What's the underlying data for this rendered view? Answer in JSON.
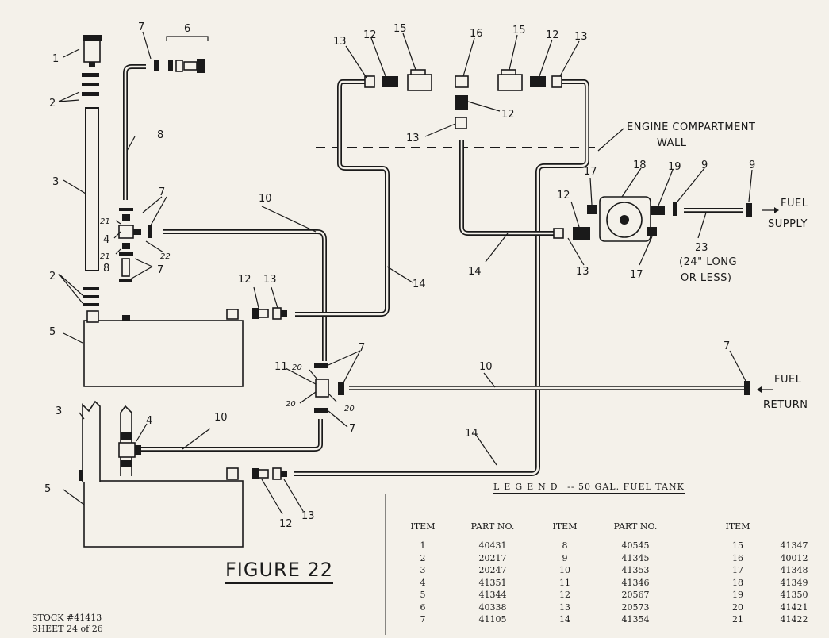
{
  "figure": {
    "title": "FIGURE 22",
    "legend_title_main": "LEGEND",
    "legend_title_rest": "-- 50 GAL. FUEL TANK",
    "stock": "STOCK #41413",
    "sheet": "SHEET 24 of 26"
  },
  "notes": {
    "engine_wall_1": "ENGINE COMPARTMENT",
    "engine_wall_2": "WALL",
    "fuel_supply_1": "FUEL",
    "fuel_supply_2": "SUPPLY",
    "fuel_return_1": "FUEL",
    "fuel_return_2": "RETURN",
    "hose_len_1": "(24\" LONG",
    "hose_len_2": "OR LESS)"
  },
  "callouts": {
    "n1": "1",
    "n2": "2",
    "n3": "3",
    "n4": "4",
    "n5": "5",
    "n6": "6",
    "n7": "7",
    "n8": "8",
    "n9": "9",
    "n10": "10",
    "n11": "11",
    "n12": "12",
    "n13": "13",
    "n14": "14",
    "n15": "15",
    "n16": "16",
    "n17": "17",
    "n18": "18",
    "n19": "19",
    "n20": "20",
    "n21": "21",
    "n22": "22",
    "n23": "23"
  },
  "legend": {
    "headers": {
      "item": "ITEM",
      "part": "PART NO."
    },
    "rows": [
      {
        "i1": "1",
        "p1": "40431",
        "i2": "8",
        "p2": "40545",
        "i3": "15",
        "p3": "41347"
      },
      {
        "i1": "2",
        "p1": "20217",
        "i2": "9",
        "p2": "41345",
        "i3": "16",
        "p3": "40012"
      },
      {
        "i1": "3",
        "p1": "20247",
        "i2": "10",
        "p2": "41353",
        "i3": "17",
        "p3": "41348"
      },
      {
        "i1": "4",
        "p1": "41351",
        "i2": "11",
        "p2": "41346",
        "i3": "18",
        "p3": "41349"
      },
      {
        "i1": "5",
        "p1": "41344",
        "i2": "12",
        "p2": "20567",
        "i3": "19",
        "p3": "41350"
      },
      {
        "i1": "6",
        "p1": "40338",
        "i2": "13",
        "p2": "20573",
        "i3": "20",
        "p3": "41421"
      },
      {
        "i1": "7",
        "p1": "41105",
        "i2": "14",
        "p2": "41354",
        "i3": "21",
        "p3": "41422"
      }
    ]
  }
}
